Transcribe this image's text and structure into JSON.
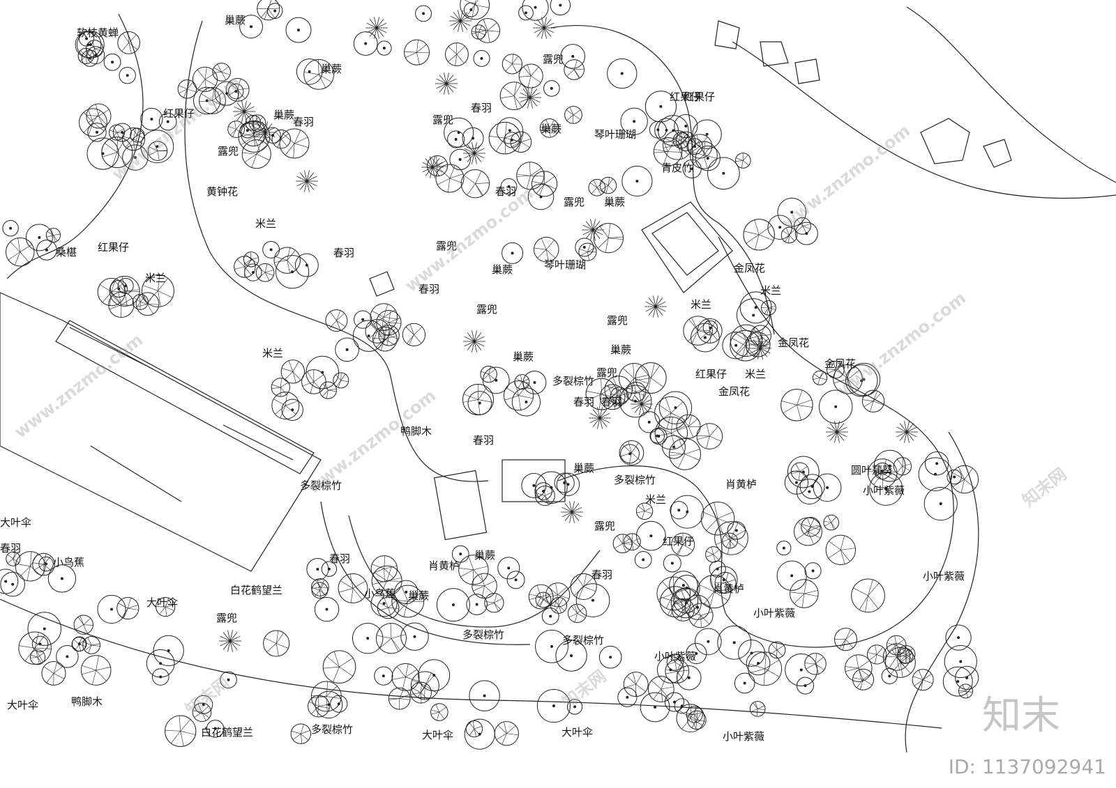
{
  "plant_labels": [
    "软枝黄蝉",
    "巢蕨",
    "巢蕨",
    "露兜",
    "红果仔",
    "春羽",
    "巢蕨",
    "露兜",
    "春羽",
    "琴叶珊瑚",
    "红果仔",
    "巢蕨",
    "露兜",
    "春羽",
    "红果仔",
    "黄钟花",
    "青皮竹",
    "露兜",
    "巢蕨",
    "米兰",
    "露兜",
    "巢蕨",
    "琴叶珊瑚",
    "桑椹",
    "红果仔",
    "米兰",
    "春羽",
    "春羽",
    "金凤花",
    "米兰",
    "米兰",
    "露兜",
    "露兜",
    "巢蕨",
    "金凤花",
    "金凤花",
    "巢蕨",
    "红果仔",
    "米兰",
    "米兰",
    "多裂棕竹",
    "露兜",
    "金凤花",
    "春羽",
    "春羽",
    "鸭脚木",
    "春羽",
    "巢蕨",
    "圆叶蒲葵",
    "多裂棕竹",
    "小叶紫薇",
    "肖黄栌",
    "米兰",
    "多裂棕竹",
    "大叶伞",
    "露兜",
    "春羽",
    "红果仔",
    "小鸟蕉",
    "春羽",
    "巢蕨",
    "肖黄栌",
    "春羽",
    "小叶紫薇",
    "白花鹤望兰",
    "小鸟蕉",
    "巢蕨",
    "肖黄栌",
    "小叶紫薇",
    "大叶伞",
    "露兜",
    "多裂棕竹",
    "多裂棕竹",
    "小叶紫薇",
    "大叶伞",
    "鸭脚木",
    "白花鹤望兰",
    "多裂棕竹",
    "大叶伞",
    "大叶伞",
    "小叶紫薇"
  ],
  "watermark": {
    "site": "www.znzmo.com",
    "brand_cn": "知末网",
    "brand_logo": "知末",
    "id_text": "ID: 1137092941"
  },
  "colors": {
    "line": "#222222",
    "watermark": "#9a9a9a",
    "background": "#ffffff"
  }
}
